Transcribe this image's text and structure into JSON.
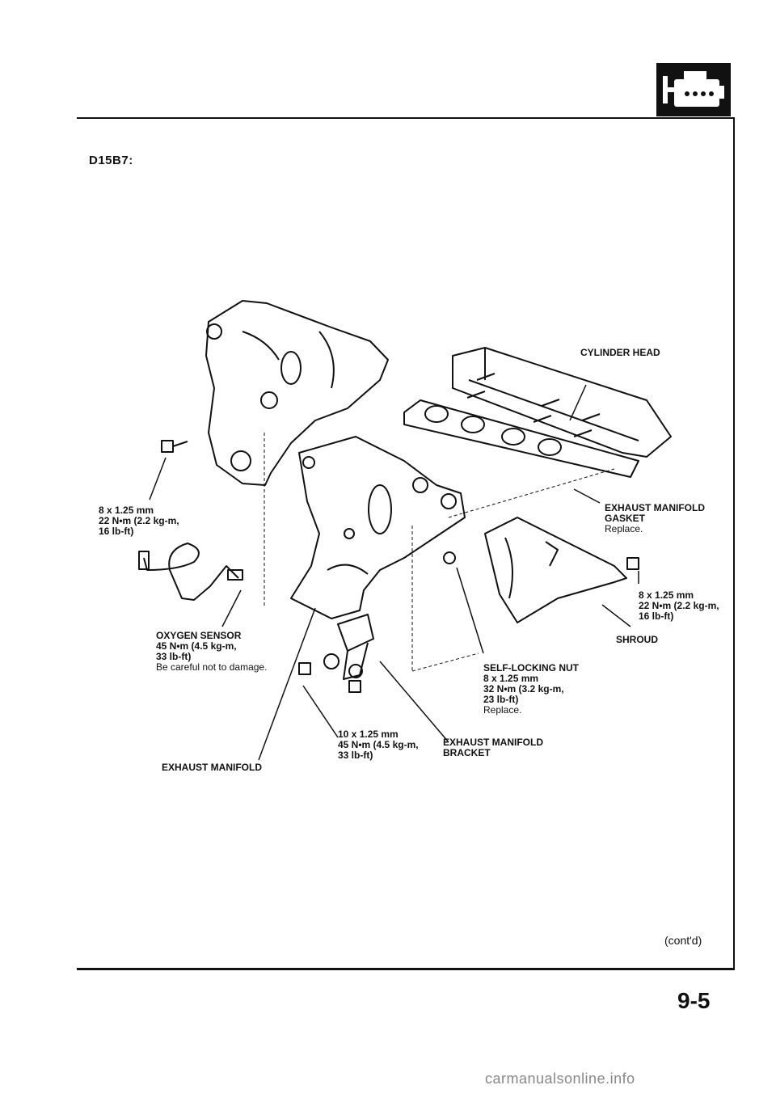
{
  "model_code": "D15B7:",
  "labels": {
    "cylinder_head": "CYLINDER HEAD",
    "gasket": {
      "line1": "EXHAUST MANIFOLD",
      "line2": "GASKET",
      "note": "Replace."
    },
    "bolt_left": {
      "line1": "8 x 1.25 mm",
      "line2": "22 N•m (2.2 kg-m,",
      "line3": "16 lb-ft)"
    },
    "bolt_right": {
      "line1": "8 x 1.25 mm",
      "line2": "22 N•m (2.2 kg-m,",
      "line3": "16 lb-ft)"
    },
    "shroud": "SHROUD",
    "oxygen_sensor": {
      "line1": "OXYGEN SENSOR",
      "line2": "45 N•m (4.5 kg-m,",
      "line3": "33 lb-ft)",
      "note": "Be careful not to damage."
    },
    "self_locking_nut": {
      "line1": "SELF-LOCKING NUT",
      "line2": "8 x 1.25 mm",
      "line3": "32 N•m (3.2 kg-m,",
      "line4": "23 lb-ft)",
      "note": "Replace."
    },
    "bolt_bracket": {
      "line1": "10 x 1.25 mm",
      "line2": "45 N•m (4.5 kg-m,",
      "line3": "33 lb-ft)"
    },
    "bracket": {
      "line1": "EXHAUST MANIFOLD",
      "line2": "BRACKET"
    },
    "manifold": "EXHAUST MANIFOLD"
  },
  "footer": {
    "contd": "(cont'd)",
    "page_number": "9-5",
    "watermark": "carmanualsonline.info"
  },
  "icons": {
    "section_badge": "engine-icon"
  }
}
